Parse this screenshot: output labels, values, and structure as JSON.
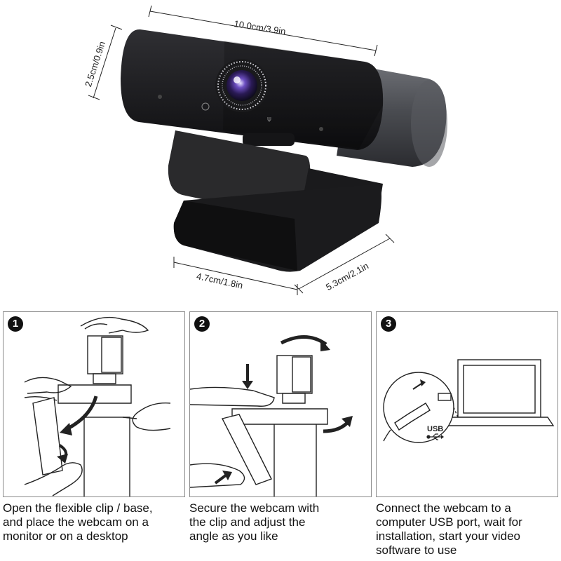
{
  "dimensions": {
    "length": "10.0cm/3.9in",
    "height": "2.5cm/0.9in",
    "base_width": "4.7cm/1.8in",
    "base_depth": "5.3cm/2.1in"
  },
  "steps": [
    {
      "number": "1",
      "lines": [
        "Open the flexible clip / base,",
        "and place the webcam on a",
        "monitor or on a desktop"
      ]
    },
    {
      "number": "2",
      "lines": [
        "Secure the webcam with",
        "the clip and adjust the",
        "angle as you like"
      ]
    },
    {
      "number": "3",
      "lines": [
        "Connect the webcam to a",
        "computer USB port, wait for",
        "installation, start your video",
        "software to use"
      ]
    }
  ],
  "usb_label": "USB",
  "colors": {
    "body": "#1c1c1e",
    "clip": "#2a2a2c",
    "barrel": "#55575c",
    "lens_ring": "#7a5cc8",
    "line": "#222222",
    "border": "#8c8c8c"
  }
}
